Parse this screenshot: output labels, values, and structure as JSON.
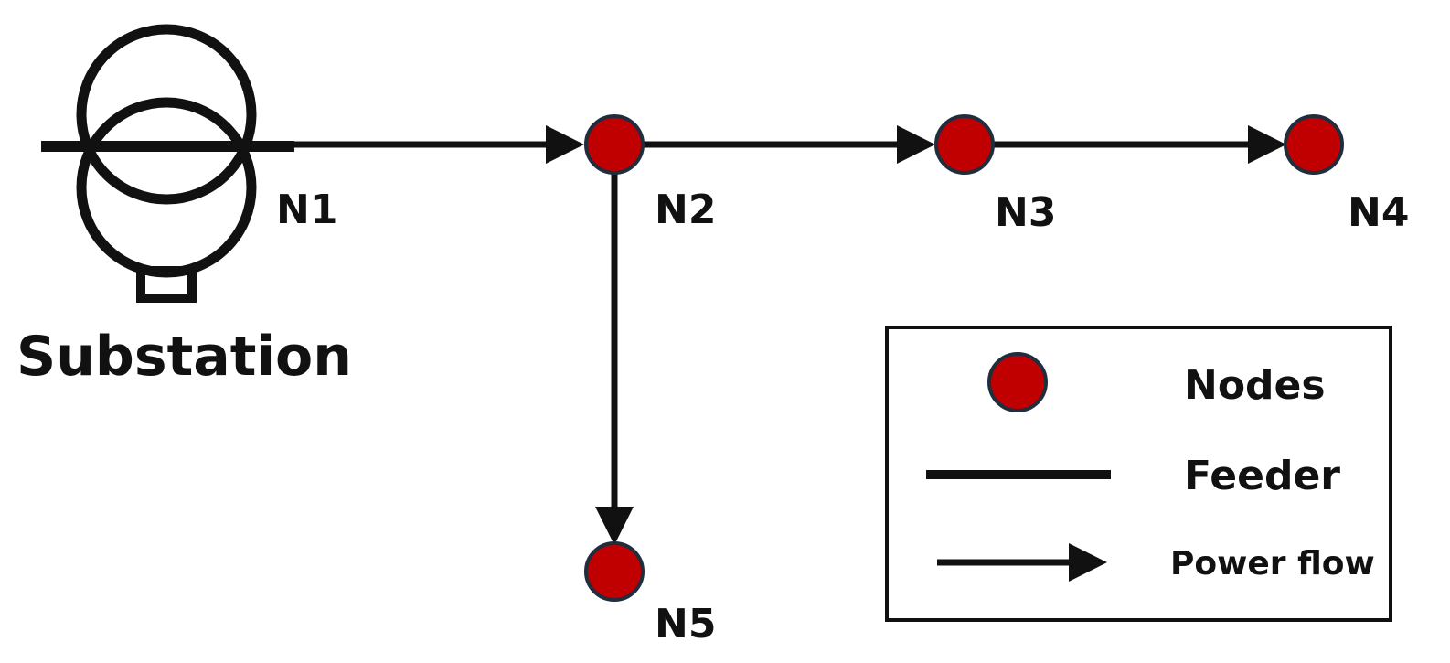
{
  "diagram": {
    "substation_label": "Substation",
    "nodes": [
      {
        "id": "N1",
        "label": "N1"
      },
      {
        "id": "N2",
        "label": "N2"
      },
      {
        "id": "N3",
        "label": "N3"
      },
      {
        "id": "N4",
        "label": "N4"
      },
      {
        "id": "N5",
        "label": "N5"
      }
    ],
    "edges": [
      {
        "from": "N1",
        "to": "N2"
      },
      {
        "from": "N2",
        "to": "N3"
      },
      {
        "from": "N3",
        "to": "N4"
      },
      {
        "from": "N2",
        "to": "N5"
      }
    ],
    "legend": {
      "nodes_label": "Nodes",
      "feeder_label": "Feeder",
      "power_flow_label": "Power flow"
    }
  },
  "colors": {
    "node_fill": "#c00000",
    "node_stroke": "#1f2d3d",
    "line": "#111111"
  }
}
